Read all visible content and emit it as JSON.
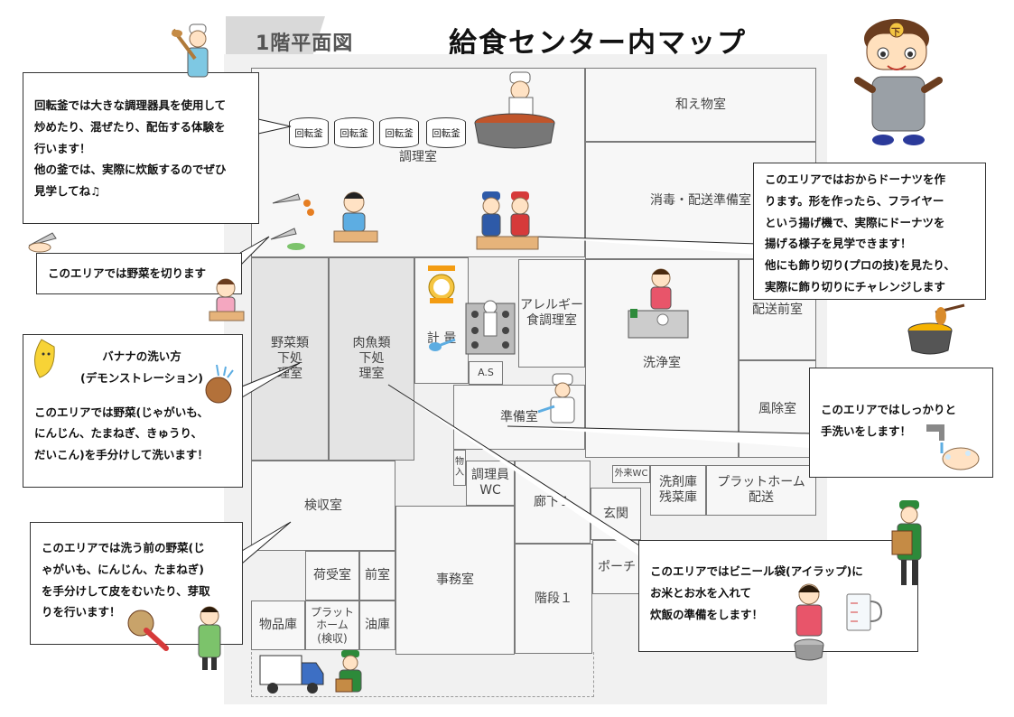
{
  "header": {
    "floor_label": "1階平面図",
    "title": "給食センター内マップ"
  },
  "kamas": [
    "回転釜",
    "回転釜",
    "回転釜",
    "回転釜"
  ],
  "rooms": {
    "chori": "調理室",
    "wae": "和え物室",
    "shodoku": "消毒・配送準備室",
    "yasai": "野菜類\n下処\n理室",
    "nikugyo": "肉魚類\n下処\n理室",
    "keiryo": "計 量",
    "allergy": "アレルギー\n食調理室",
    "as": "A.S",
    "senjo": "洗浄室",
    "haisozen": "配送前室",
    "junbi": "準備室",
    "fujo": "風除室",
    "butsunyu": "物\n入",
    "choriwc": "調理員\nWC",
    "roka": "廊下１",
    "gairaiwc": "外来WC",
    "senzai": "洗剤庫\n残菜庫",
    "platform_haiso": "プラットホーム\n配送",
    "genkan": "玄関",
    "kenshu": "検収室",
    "nijuke": "荷受室",
    "zenshitsu": "前室",
    "jimu": "事務室",
    "kaidan": "階段１",
    "porch": "ポーチ",
    "buppin": "物品庫",
    "platform_kenshu": "プラット\nホーム\n(検収)",
    "yuko": "油庫"
  },
  "callouts": {
    "kama": [
      "回転釜では大きな調理器具を使用して",
      "炒めたり、混ぜたり、配缶する体験を",
      "行います！",
      "他の釜では、実際に炊飯するのでぜひ",
      "見学してね♫"
    ],
    "cut": [
      "このエリアでは野菜を切ります"
    ],
    "banana_title": [
      "バナナの洗い方",
      "(デモンストレーション)"
    ],
    "wash": [
      "このエリアでは野菜(じゃがいも、",
      "にんじん、たまねぎ、きゅうり、",
      "だいこん)を手分けして洗います！"
    ],
    "peel": [
      "このエリアでは洗う前の野菜(じ",
      "ゃがいも、にんじん、たまねぎ)",
      "を手分けして皮をむいたり、芽取",
      "りを行います！"
    ],
    "donut": [
      "このエリアではおからドーナツを作",
      "ります。形を作ったら、フライヤー",
      "という揚げ機で、実際にドーナツを",
      "揚げる様子を見学できます！",
      "他にも飾り切り(プロの技)を見たり、",
      "実際に飾り切りにチャレンジします"
    ],
    "handwash": [
      "このエリアではしっかりと",
      "手洗いをします！"
    ],
    "rice": [
      "このエリアではビニール袋(アイラップ)に",
      "お米とお水を入れて",
      "炊飯の準備をします！"
    ]
  },
  "mascot_badge": "下"
}
